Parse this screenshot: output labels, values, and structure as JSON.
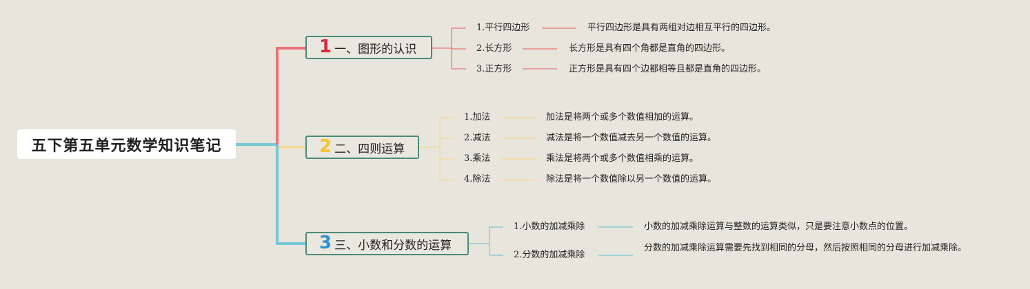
{
  "root": {
    "title": "五下第五单元数学知识笔记"
  },
  "branches": [
    {
      "num": "1",
      "label": "一、图形的认识",
      "color": "#e9737b",
      "items": [
        {
          "label": "1.平行四边形",
          "desc": "平行四边形是具有两组对边相互平行的四边形。"
        },
        {
          "label": "2.长方形",
          "desc": "长方形是具有四个角都是直角的四边形。"
        },
        {
          "label": "3.正方形",
          "desc": "正方形是具有四个边都相等且都是直角的四边形。"
        }
      ]
    },
    {
      "num": "2",
      "label": "二、四则运算",
      "color": "#f8d98a",
      "items": [
        {
          "label": "1.加法",
          "desc": "加法是将两个或多个数值相加的运算。"
        },
        {
          "label": "2.减法",
          "desc": "减法是将一个数值减去另一个数值的运算。"
        },
        {
          "label": "3.乘法",
          "desc": "乘法是将两个或多个数值相乘的运算。"
        },
        {
          "label": "4.除法",
          "desc": "除法是将一个数值除以另一个数值的运算。"
        }
      ]
    },
    {
      "num": "3",
      "label": "三、小数和分数的运算",
      "color": "#73c9d6",
      "items": [
        {
          "label": "1.小数的加减乘除",
          "desc": "小数的加减乘除运算与整数的运算类似，只是要注意小数点的位置。"
        },
        {
          "label": "2.分数的加减乘除",
          "desc": "分数的加减乘除运算需要先找到相同的分母，然后按照相同的分母进行加减乘除。"
        }
      ]
    }
  ]
}
